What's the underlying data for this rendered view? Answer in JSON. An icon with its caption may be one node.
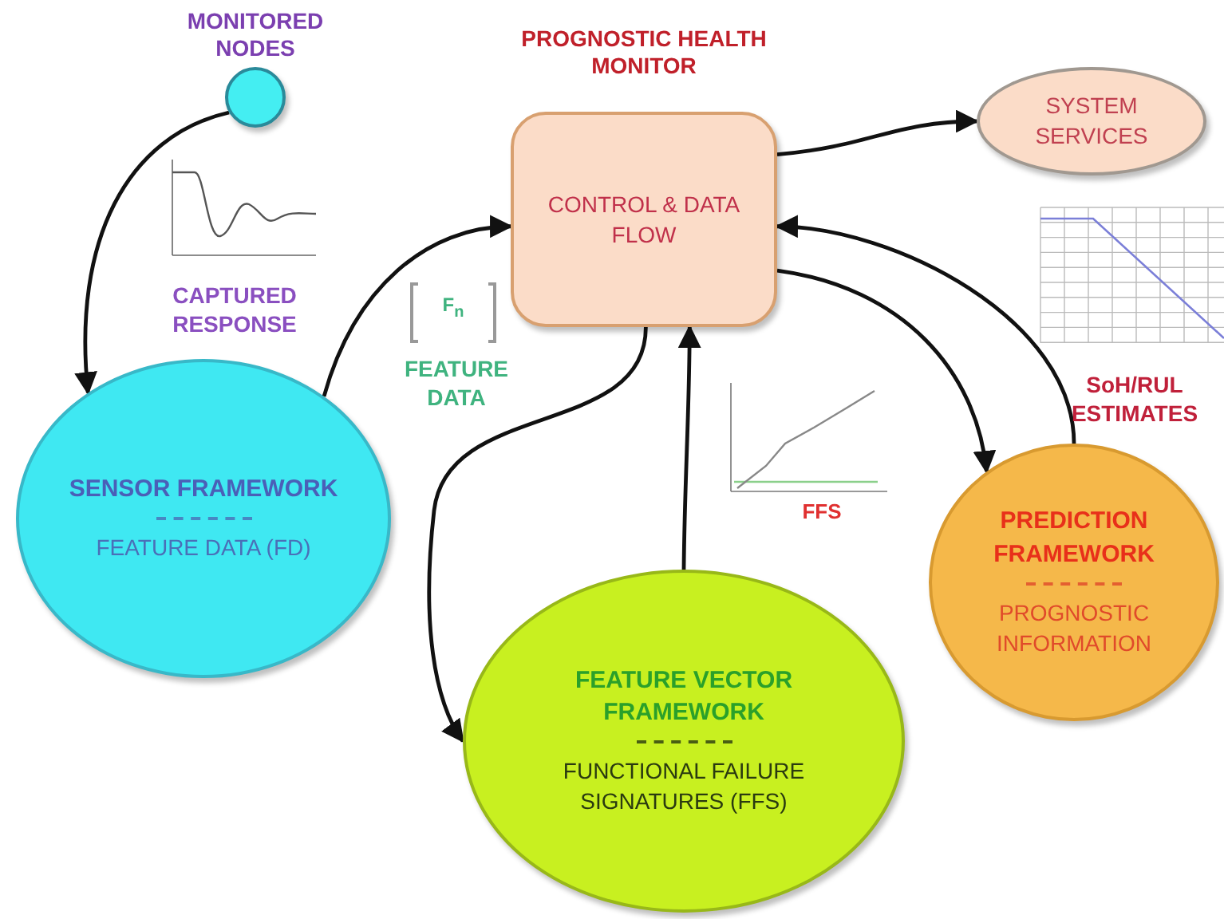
{
  "diagram": {
    "nodes": [
      {
        "text": [
          "MONITORED NODES"
        ]
      },
      {
        "text": [
          "PROGNOSTIC HEALTH MONITOR",
          "CONTROL & DATA FLOW"
        ]
      },
      {
        "text": [
          "SYSTEM SERVICES"
        ]
      },
      {
        "text": [
          "SENSOR FRAMEWORK",
          "FEATURE DATA (FD)"
        ]
      },
      {
        "text": [
          "FEATURE VECTOR FRAMEWORK",
          "FUNCTIONAL FAILURE SIGNATURES (FFS)"
        ]
      },
      {
        "text": [
          "PREDICTION FRAMEWORK",
          "PROGNOSTIC INFORMATION"
        ]
      }
    ],
    "edges": [
      {
        "from": 0,
        "to": 3,
        "arrow": "to"
      },
      {
        "from": 3,
        "to": 1,
        "arrow": "to"
      },
      {
        "from": 1,
        "to": 2,
        "arrow": "to"
      },
      {
        "from": 1,
        "to": 4,
        "arrow": "to"
      },
      {
        "from": 4,
        "to": 1,
        "arrow": "to"
      },
      {
        "from": 1,
        "to": 5,
        "arrow": "to"
      },
      {
        "from": 5,
        "to": 1,
        "arrow": "to"
      }
    ],
    "labels": [
      "CAPTURED RESPONSE",
      "F$_{n}$",
      "FEATURE DATA",
      "FFS",
      "SoH/RUL ESTIMATES"
    ]
  }
}
